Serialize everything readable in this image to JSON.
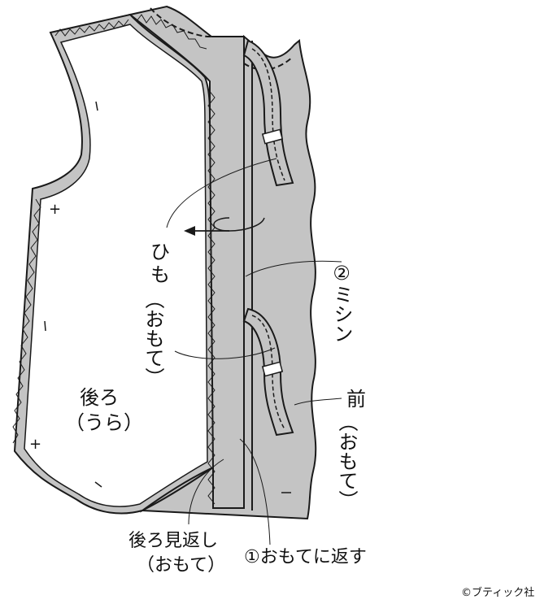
{
  "labels": {
    "back_wrong_side_1": "後ろ",
    "back_wrong_side_2": "（うら）",
    "back_facing_1": "後ろ見返し",
    "back_facing_2": "（おもて）",
    "turn_right_side": "①おもてに返す",
    "stitch": "②ミシン",
    "front_char": "前",
    "front_right_side_v": "（おもて）",
    "tie_char1": "ひ",
    "tie_char2": "も",
    "tie_paren_v": "（おもて）",
    "credit": "©ブティック社"
  },
  "colors": {
    "fabric_gray": "#c4c4c4",
    "line": "#1a1a1a",
    "paper": "#ffffff"
  },
  "marks": {
    "plus": "+",
    "minus": "−"
  }
}
